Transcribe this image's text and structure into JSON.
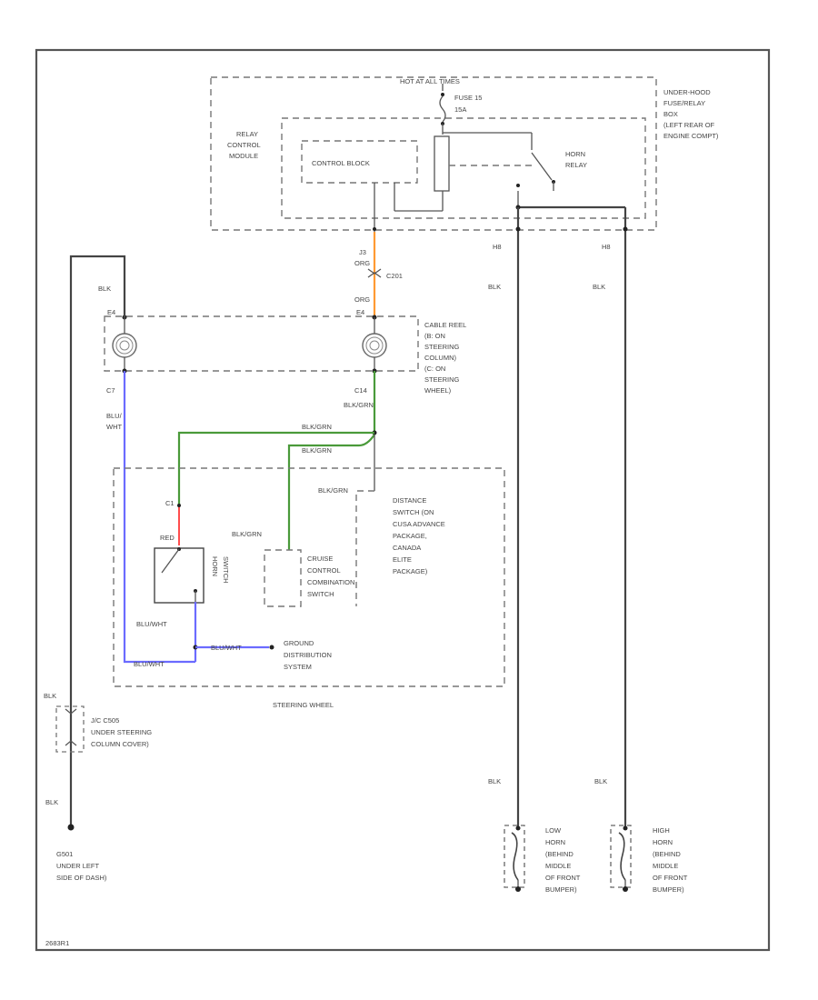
{
  "labels": {
    "hot_at_all_times": "HOT AT ALL TIMES",
    "fuse": "FUSE 15",
    "fuse_amp": "15A",
    "underhood_box": "UNDER-HOOD",
    "underhood_box_2": "FUSE/RELAY",
    "underhood_box_3": "BOX",
    "underhood_box_4": "(LEFT REAR OF",
    "underhood_box_5": "ENGINE COMPT)",
    "relay_control_module_1": "RELAY",
    "relay_control_module_2": "CONTROL",
    "relay_control_module_3": "MODULE",
    "control_block": "CONTROL BLOCK",
    "horn_relay_1": "HORN",
    "horn_relay_2": "RELAY",
    "pin_j3": "J3",
    "wire_org_1": "ORG",
    "connector_c201": "C201",
    "wire_org_2": "ORG",
    "pin_h8_left": "H8",
    "pin_h8_right": "H8",
    "blk_left_top": "BLK",
    "blk_mid_top": "BLK",
    "blk_right_top": "BLK",
    "pin_e4_left": "E4",
    "pin_e4_mid": "E4",
    "cable_reel_1": "CABLE REEL",
    "cable_reel_2": "(B: ON",
    "cable_reel_3": "STEERING",
    "cable_reel_4": "COLUMN)",
    "cable_reel_5": "(C: ON",
    "cable_reel_6": "STEERING",
    "cable_reel_7": "WHEEL)",
    "pin_c7": "C7",
    "pin_c14": "C14",
    "blu_wht_1": "BLU/",
    "blu_wht_2": "WHT",
    "blk_grn_1": "BLK/GRN",
    "blk_grn_2": "BLK/GRN",
    "blk_grn_3": "BLK/GRN",
    "blk_grn_4": "BLK/GRN",
    "blk_grn_5": "BLK/GRN",
    "distance_switch_1": "DISTANCE",
    "distance_switch_2": "SWITCH (ON",
    "distance_switch_3": "CUSA ADVANCE",
    "distance_switch_4": "PACKAGE,",
    "distance_switch_5": "CANADA",
    "distance_switch_6": "ELITE",
    "distance_switch_7": "PACKAGE)",
    "pin_c": "C1",
    "red": "RED",
    "horn_switch_1": "HORN",
    "horn_switch_2": "SWITCH",
    "cruise_1": "CRUISE",
    "cruise_2": "CONTROL",
    "cruise_3": "COMBINATION",
    "cruise_4": "SWITCH",
    "blu_wht_3": "BLU/WHT",
    "blu_wht_4": "BLU/WHT",
    "blu_wht_5": "BLU/WHT",
    "ground_dist_1": "GROUND",
    "ground_dist_2": "DISTRIBUTION",
    "ground_dist_3": "SYSTEM",
    "steering_wheel": "STEERING WHEEL",
    "blk_left_mid": "BLK",
    "jc_1": "J/C C505",
    "jc_2": "UNDER STEERING",
    "jc_3": "COLUMN COVER)",
    "blk_left_bot": "BLK",
    "ground_g501_1": "G501",
    "ground_g501_2": "UNDER LEFT",
    "ground_g501_3": "SIDE OF DASH)",
    "blk_low": "BLK",
    "blk_high": "BLK",
    "low_horn_1": "LOW",
    "low_horn_2": "HORN",
    "low_horn_3": "(BEHIND",
    "low_horn_4": "MIDDLE",
    "low_horn_5": "OF FRONT",
    "low_horn_6": "BUMPER)",
    "high_horn_1": "HIGH",
    "high_horn_2": "HORN",
    "high_horn_3": "(BEHIND",
    "high_horn_4": "MIDDLE",
    "high_horn_5": "OF FRONT",
    "high_horn_6": "BUMPER)",
    "footer_id": "2683R1"
  },
  "colors": {
    "blu_wht": "#6b6bff",
    "blk_grn": "#4a9a3a",
    "org": "#ff9a33",
    "red": "#ff4d4d"
  }
}
